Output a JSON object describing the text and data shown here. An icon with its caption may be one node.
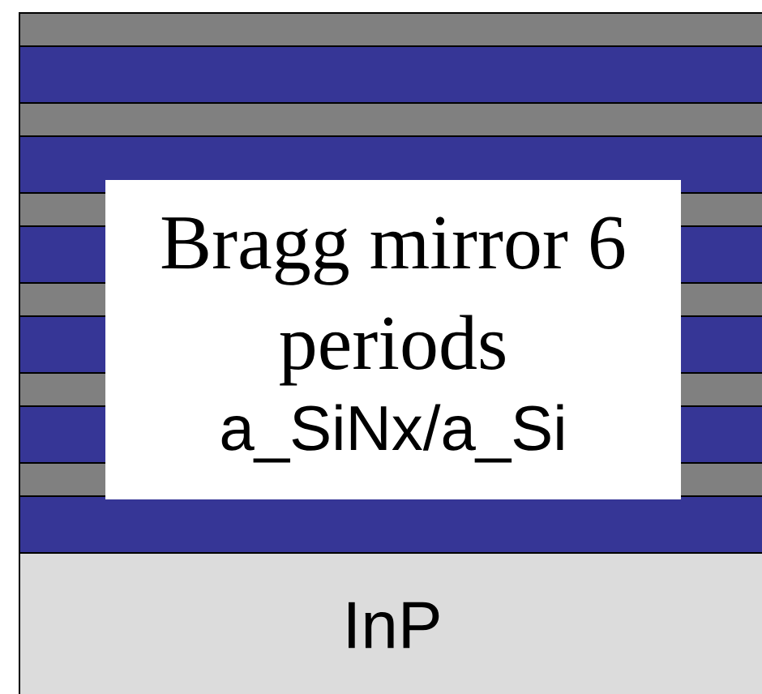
{
  "diagram": {
    "nodes": [
      {
        "text": [
          "Bragg mirror 6 periods",
          "a_SiNx/a_Si"
        ]
      },
      {
        "text": [
          "InP"
        ]
      }
    ]
  }
}
